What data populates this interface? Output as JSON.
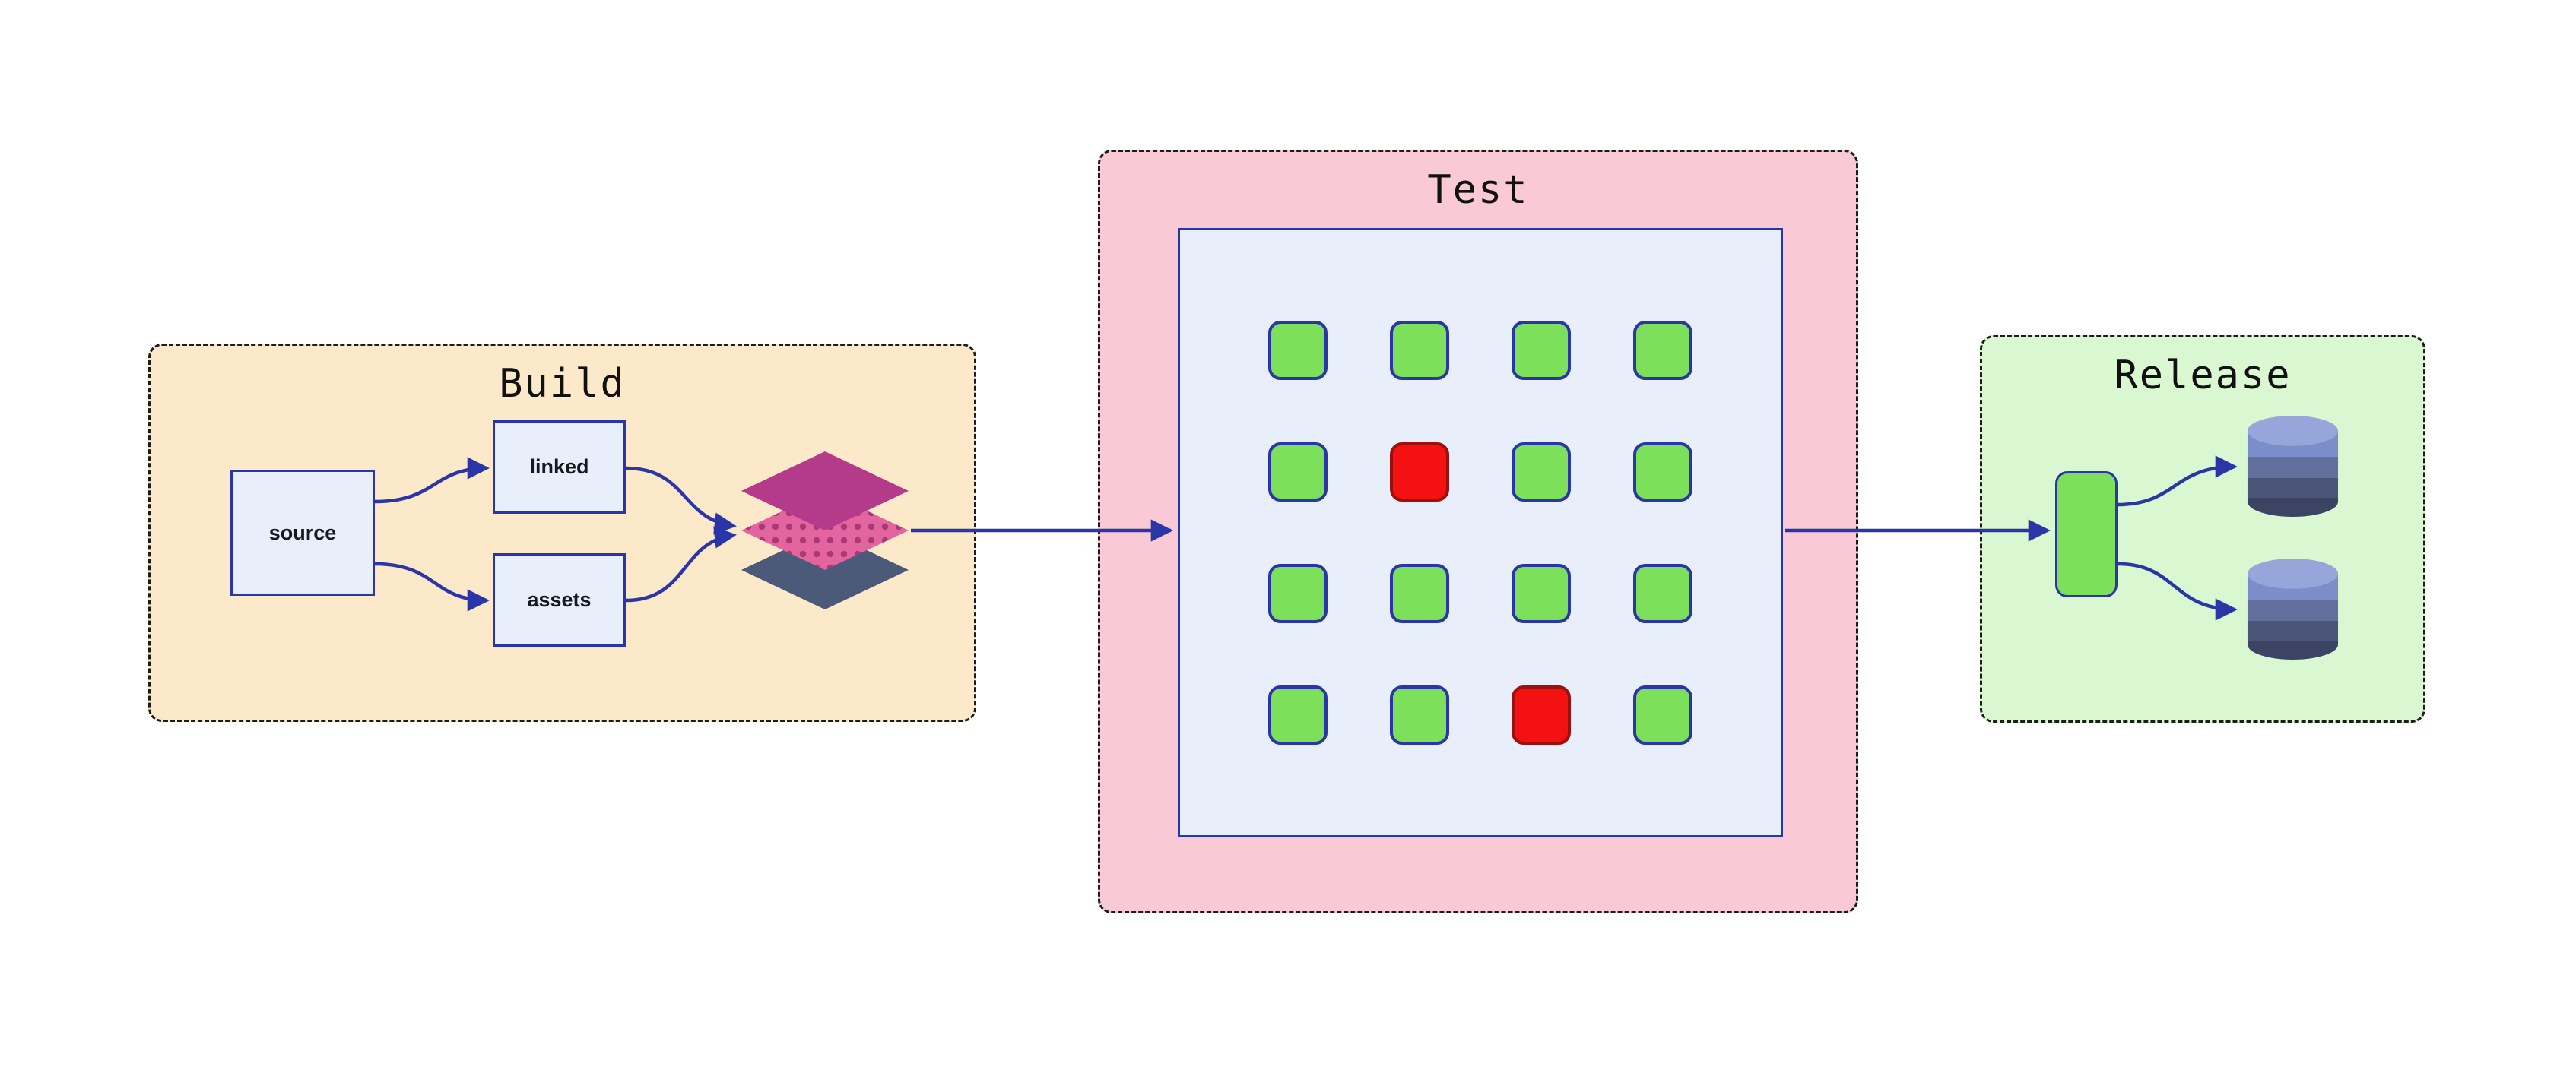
{
  "build": {
    "title": "Build",
    "nodes": {
      "source": "source",
      "linked": "linked",
      "assets": "assets"
    }
  },
  "test": {
    "title": "Test",
    "grid": {
      "rows": 4,
      "cols": 4,
      "cells": [
        [
          "pass",
          "pass",
          "pass",
          "pass"
        ],
        [
          "pass",
          "fail",
          "pass",
          "pass"
        ],
        [
          "pass",
          "pass",
          "pass",
          "pass"
        ],
        [
          "pass",
          "pass",
          "fail",
          "pass"
        ]
      ]
    }
  },
  "release": {
    "title": "Release",
    "database_count": 2
  },
  "edges": [
    {
      "from": "source",
      "to": "linked"
    },
    {
      "from": "source",
      "to": "assets"
    },
    {
      "from": "linked",
      "to": "layer-stack"
    },
    {
      "from": "assets",
      "to": "layer-stack"
    },
    {
      "from": "build",
      "to": "test"
    },
    {
      "from": "test",
      "to": "release"
    },
    {
      "from": "artifact",
      "to": "database-top"
    },
    {
      "from": "artifact",
      "to": "database-bottom"
    }
  ],
  "colors": {
    "build_bg": "#fce9c9",
    "test_bg": "#f9c9d5",
    "release_bg": "#d9f7d0",
    "node_bg": "#e9eefb",
    "stroke": "#2a35a8",
    "arrow": "#2a35a8",
    "pass": "#7de05b",
    "fail": "#f31111",
    "fail_border": "#9c1010",
    "layer_top": "#b43b8a",
    "layer_mid": "#e2659f",
    "layer_dot": "#a93877",
    "layer_bottom": "#4c5a7a",
    "db_top": "#96a6da",
    "db_band1": "#7c8ec9",
    "db_band2": "#636f9d",
    "db_band3": "#4b5577",
    "db_band4": "#3b4462"
  }
}
